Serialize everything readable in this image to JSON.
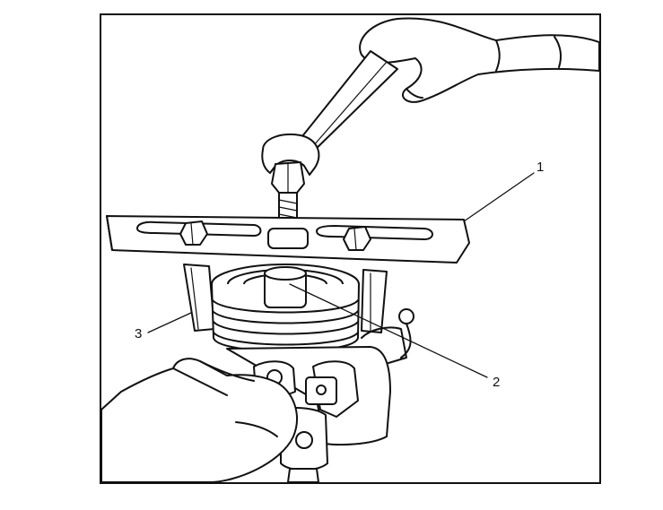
{
  "callouts": [
    {
      "label": "1",
      "target": "puller-bar"
    },
    {
      "label": "2",
      "target": "forcing-screw-tip"
    },
    {
      "label": "3",
      "target": "puller-leg"
    }
  ],
  "colors": {
    "line": "#111111",
    "fill": "#ffffff",
    "shade": "#f2f2f2"
  }
}
